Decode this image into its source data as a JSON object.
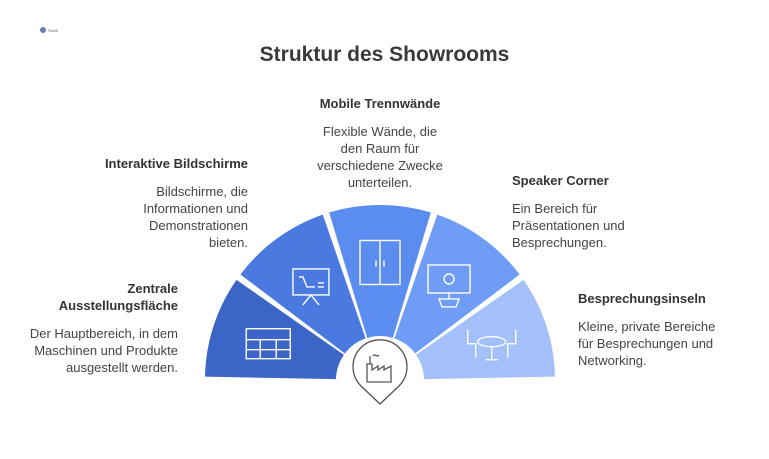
{
  "logo": {
    "text": "Smiirl"
  },
  "title": "Struktur des Showrooms",
  "sections": [
    {
      "title": "Zentrale Ausstellungsfläche",
      "text": "Der Hauptbereich, in dem Maschinen und Produkte ausgestellt werden.",
      "icon": "layout-grid-icon",
      "color": "#3b65c6"
    },
    {
      "title": "Interaktive Bildschirme",
      "text": "Bildschirme, die Informationen und Demonstrationen bieten.",
      "icon": "presentation-board-icon",
      "color": "#4a79e0"
    },
    {
      "title": "Mobile Trennwände",
      "text": "Flexible Wände, die den Raum für verschiedene Zwecke unterteilen.",
      "icon": "door-panel-icon",
      "color": "#5b8df0"
    },
    {
      "title": "Speaker Corner",
      "text": "Ein Bereich für Präsentationen und Besprechungen.",
      "icon": "speaker-podium-icon",
      "color": "#6f9cf5"
    },
    {
      "title": "Besprechungsinseln",
      "text": "Kleine, private Bereiche für Besprechungen und Networking.",
      "icon": "meeting-table-icon",
      "color": "#a3c0fa"
    }
  ],
  "center_icon": "factory-pin-icon"
}
